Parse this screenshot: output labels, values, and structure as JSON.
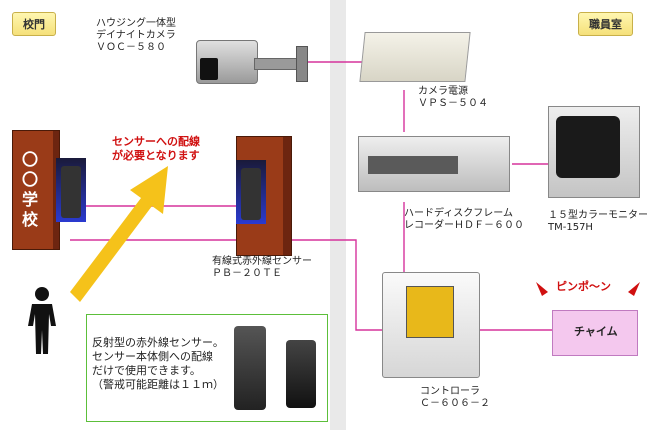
{
  "left_panel": {
    "label": "校門"
  },
  "right_panel": {
    "label": "職員室"
  },
  "school": {
    "name": "〇〇学校"
  },
  "callout": "センサーへの配線\nが必要となります",
  "camera": {
    "caption": "ハウジング一体型\nデイナイトカメラ\nＶＯＣ－５８０"
  },
  "power": {
    "caption": "カメラ電源\nＶＰＳ－５０４"
  },
  "recorder": {
    "caption": "ハードディスクフレーム\nレコーダーＨＤＦ－６００"
  },
  "monitor": {
    "caption": "１５型カラーモニター\nTM-157H"
  },
  "sensor": {
    "caption": "有線式赤外線センサー\nＰＢ－２０ＴＥ"
  },
  "controller": {
    "caption": "コントローラ\nＣ－６０６－２"
  },
  "chime": {
    "label": "チャイム",
    "sound": "ピンポ～ン"
  },
  "info_box": {
    "text": "反射型の赤外線センサー。\nセンサー本体側への配線\nだけで使用できます。\n（警戒可能距離は１１ｍ）"
  },
  "colors": {
    "wire": "#d6339c",
    "arrow": "#f5c21a",
    "callout": "#d01010",
    "chime": "#f4c8ee"
  }
}
